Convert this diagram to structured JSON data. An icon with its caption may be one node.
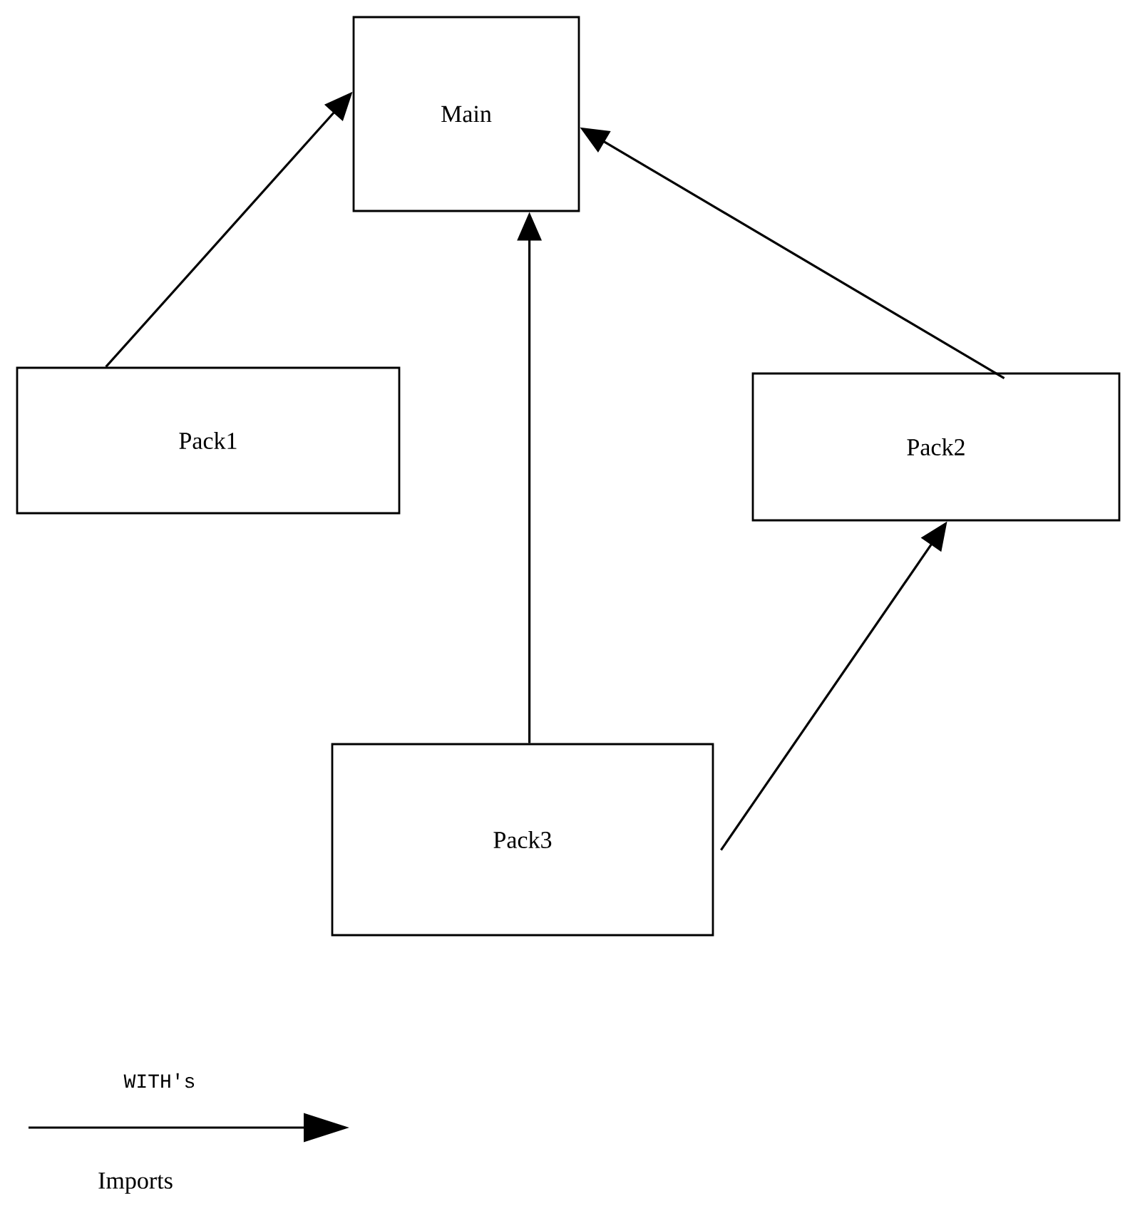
{
  "diagram": {
    "nodes": [
      {
        "text": [
          "Main"
        ]
      },
      {
        "text": [
          "Pack1"
        ]
      },
      {
        "text": [
          "Pack2"
        ]
      },
      {
        "text": [
          "Pack3"
        ]
      }
    ],
    "edges": [
      {
        "from": 1,
        "to": 0,
        "arrow": "to"
      },
      {
        "from": 3,
        "to": 0,
        "arrow": "to"
      },
      {
        "from": 2,
        "to": 0,
        "arrow": "to"
      },
      {
        "from": 3,
        "to": 2,
        "arrow": "to"
      }
    ],
    "legend": [
      {
        "text": "WITH's"
      },
      {
        "text": "Imports"
      }
    ]
  }
}
